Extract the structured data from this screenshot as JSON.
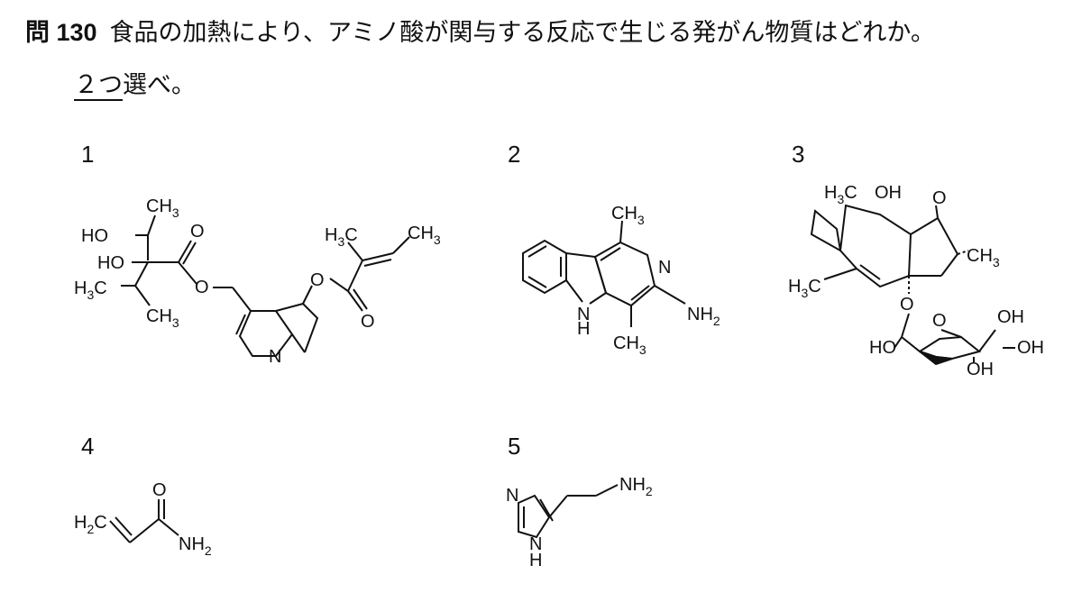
{
  "question": {
    "number": "問 130",
    "text": "食品の加熱により、アミノ酸が関与する反応で生じる発がん物質はどれか。",
    "emphasis": "２つ",
    "instruction_rest": "選べ。"
  },
  "options": [
    {
      "label": "1"
    },
    {
      "label": "2"
    },
    {
      "label": "3"
    },
    {
      "label": "4"
    },
    {
      "label": "5"
    }
  ]
}
